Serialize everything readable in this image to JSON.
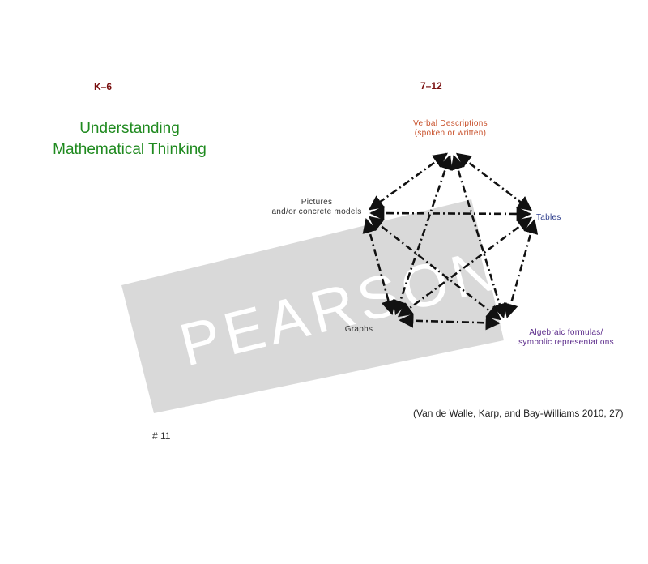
{
  "header": {
    "grade_left": "K–6",
    "grade_right": "7–12"
  },
  "title": {
    "line1": "Understanding",
    "line2": "Mathematical Thinking"
  },
  "watermark": {
    "text": "PEARSON",
    "color": "#d9d9d9"
  },
  "nodes": {
    "verbal": {
      "line1": "Verbal Descriptions",
      "line2": "(spoken or written)",
      "color": "#c8502a"
    },
    "pictures": {
      "line1": "Pictures",
      "line2": "and/or concrete models",
      "color": "#333333"
    },
    "tables": {
      "line1": "Tables",
      "color": "#2a3a8a"
    },
    "graphs": {
      "line1": "Graphs",
      "color": "#333333"
    },
    "algebraic": {
      "line1": "Algebraic formulas/",
      "line2": "symbolic representations",
      "color": "#5a2a8a"
    }
  },
  "edges": [
    [
      "verbal",
      "pictures"
    ],
    [
      "verbal",
      "tables"
    ],
    [
      "verbal",
      "graphs"
    ],
    [
      "verbal",
      "algebraic"
    ],
    [
      "pictures",
      "tables"
    ],
    [
      "pictures",
      "graphs"
    ],
    [
      "pictures",
      "algebraic"
    ],
    [
      "tables",
      "graphs"
    ],
    [
      "tables",
      "algebraic"
    ],
    [
      "graphs",
      "algebraic"
    ]
  ],
  "citation": "(Van de Walle, Karp, and Bay-Williams 2010, 27)",
  "slide_number": "# 11"
}
